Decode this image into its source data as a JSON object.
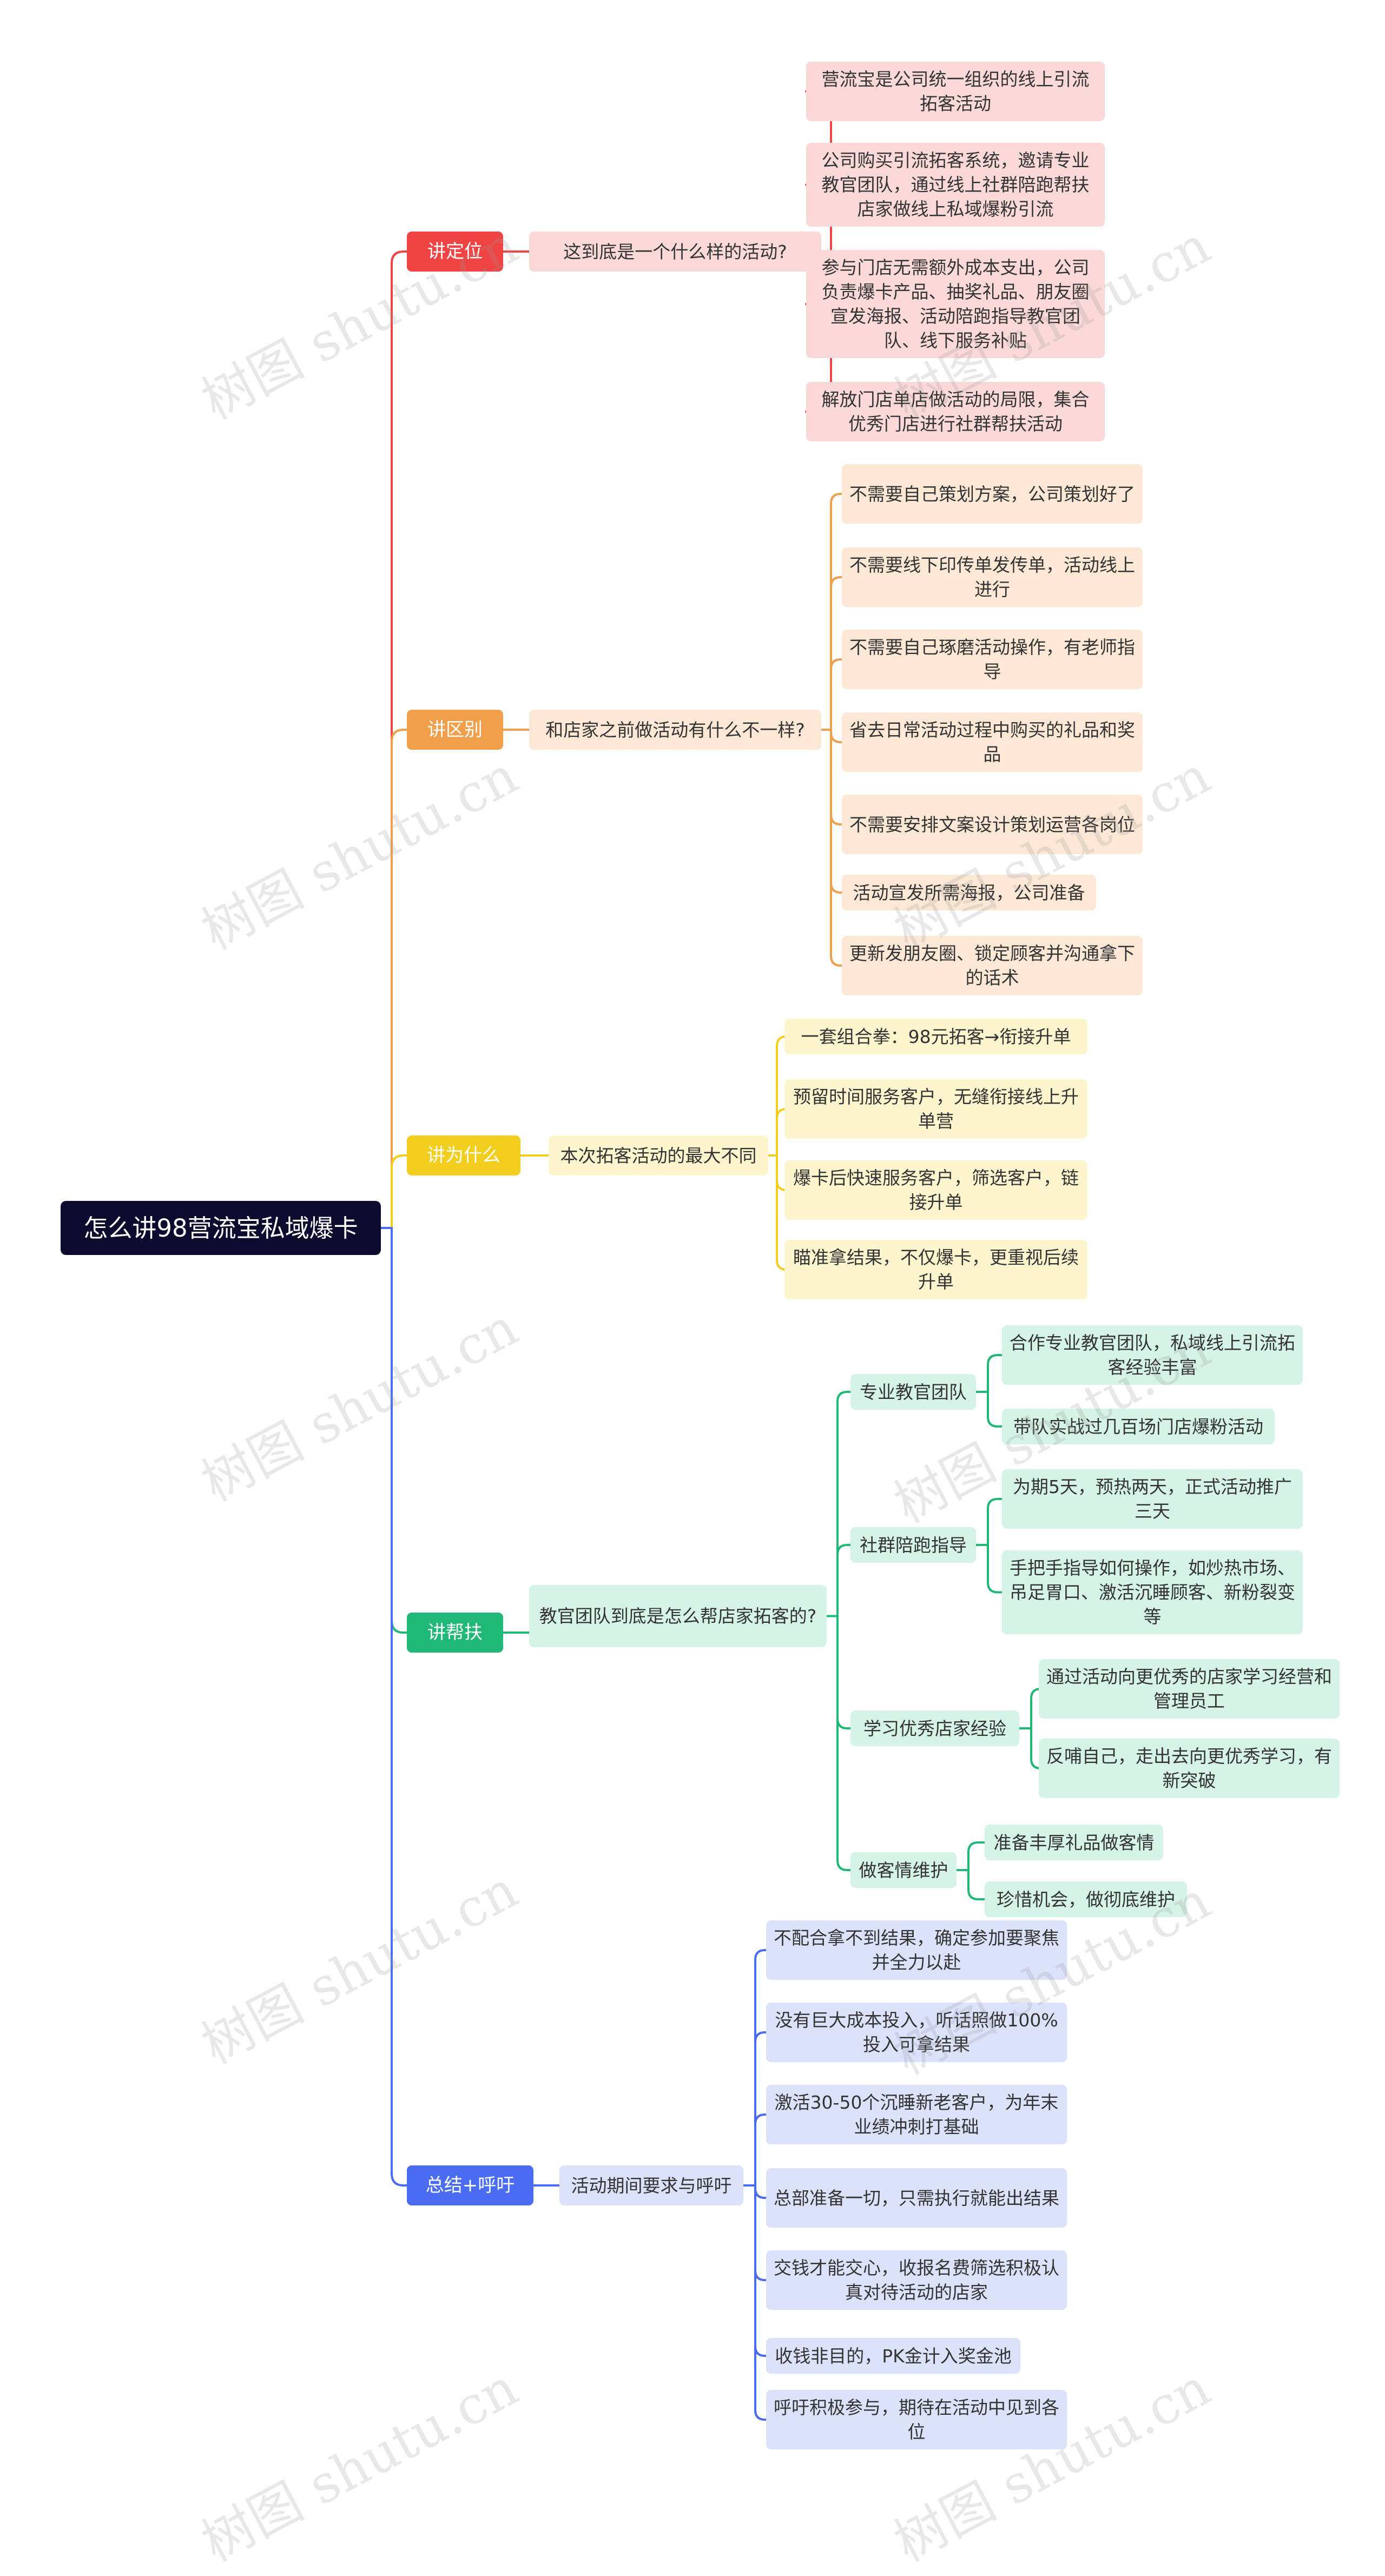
{
  "root": {
    "text": "怎么讲98营流宝私域爆卡"
  },
  "branches": [
    {
      "label": "讲定位",
      "color": "#f04444",
      "light": "#fbd9d9",
      "sub": {
        "text": "这到底是一个什么样的活动?",
        "leaves": [
          "营流宝是公司统一组织的线上引流拓客活动",
          "公司购买引流拓客系统，邀请专业教官团队，通过线上社群陪跑帮扶店家做线上私域爆粉引流",
          "参与门店无需额外成本支出，公司负责爆卡产品、抽奖礼品、朋友圈宣发海报、活动陪跑指导教官团队、线下服务补贴",
          "解放门店单店做活动的局限，集合优秀门店进行社群帮扶活动"
        ]
      }
    },
    {
      "label": "讲区别",
      "color": "#f0a04a",
      "light": "#fde8d5",
      "sub": {
        "text": "和店家之前做活动有什么不一样?",
        "leaves": [
          "不需要自己策划方案，公司策划好了",
          "不需要线下印传单发传单，活动线上进行",
          "不需要自己琢磨活动操作，有老师指导",
          "省去日常活动过程中购买的礼品和奖品",
          "不需要安排文案设计策划运营各岗位",
          "活动宣发所需海报，公司准备",
          "更新发朋友圈、锁定顾客并沟通拿下的话术"
        ]
      }
    },
    {
      "label": "讲为什么",
      "color": "#f2cf1e",
      "light": "#fdf5cd",
      "sub": {
        "text": "本次拓客活动的最大不同",
        "leaves": [
          "一套组合拳：98元拓客→衔接升单",
          "预留时间服务客户，无缝衔接线上升单营",
          "爆卡后快速服务客户，筛选客户，链接升单",
          "瞄准拿结果，不仅爆卡，更重视后续升单"
        ]
      }
    },
    {
      "label": "讲帮扶",
      "color": "#1fb877",
      "light": "#d5f3e6",
      "sub": {
        "text": "教官团队到底是怎么帮店家拓客的?",
        "groups": [
          {
            "text": "专业教官团队",
            "leaves": [
              "合作专业教官团队，私域线上引流拓客经验丰富",
              "带队实战过几百场门店爆粉活动"
            ]
          },
          {
            "text": "社群陪跑指导",
            "leaves": [
              "为期5天，预热两天，正式活动推广三天",
              "手把手指导如何操作，如炒热市场、吊足胃口、激活沉睡顾客、新粉裂变等"
            ]
          },
          {
            "text": "学习优秀店家经验",
            "leaves": [
              "通过活动向更优秀的店家学习经营和管理员工",
              "反哺自己，走出去向更优秀学习，有新突破"
            ]
          },
          {
            "text": "做客情维护",
            "leaves": [
              "准备丰厚礼品做客情",
              "珍惜机会，做彻底维护"
            ]
          }
        ]
      }
    },
    {
      "label": "总结+呼吁",
      "color": "#4a6cf0",
      "light": "#dde2fb",
      "sub": {
        "text": "活动期间要求与呼吁",
        "leaves": [
          "不配合拿不到结果，确定参加要聚焦并全力以赴",
          "没有巨大成本投入，听话照做100%投入可拿结果",
          "激活30-50个沉睡新老客户，为年末业绩冲刺打基础",
          "总部准备一切，只需执行就能出结果",
          "交钱才能交心，收报名费筛选积极认真对待活动的店家",
          "收钱非目的，PK金计入奖金池",
          "呼吁积极参与，期待在活动中见到各位"
        ]
      }
    }
  ],
  "watermark": "树图 shutu.cn"
}
